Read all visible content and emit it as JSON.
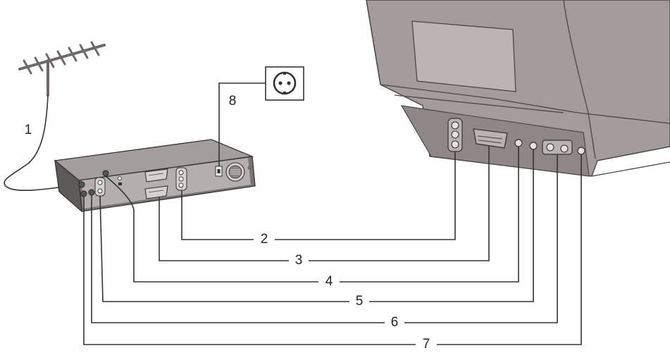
{
  "labels": {
    "antenna_cable": "1",
    "power_cable": "8",
    "cables": [
      "2",
      "3",
      "4",
      "5",
      "6",
      "7"
    ]
  },
  "colors": {
    "tv_body": "#a49c9c",
    "tv_screen_area": "#bcb4b4",
    "tv_dark_panel": "#8f8787",
    "receiver_top": "#a39d9d",
    "receiver_front": "#7a7474",
    "line": "#333333"
  }
}
